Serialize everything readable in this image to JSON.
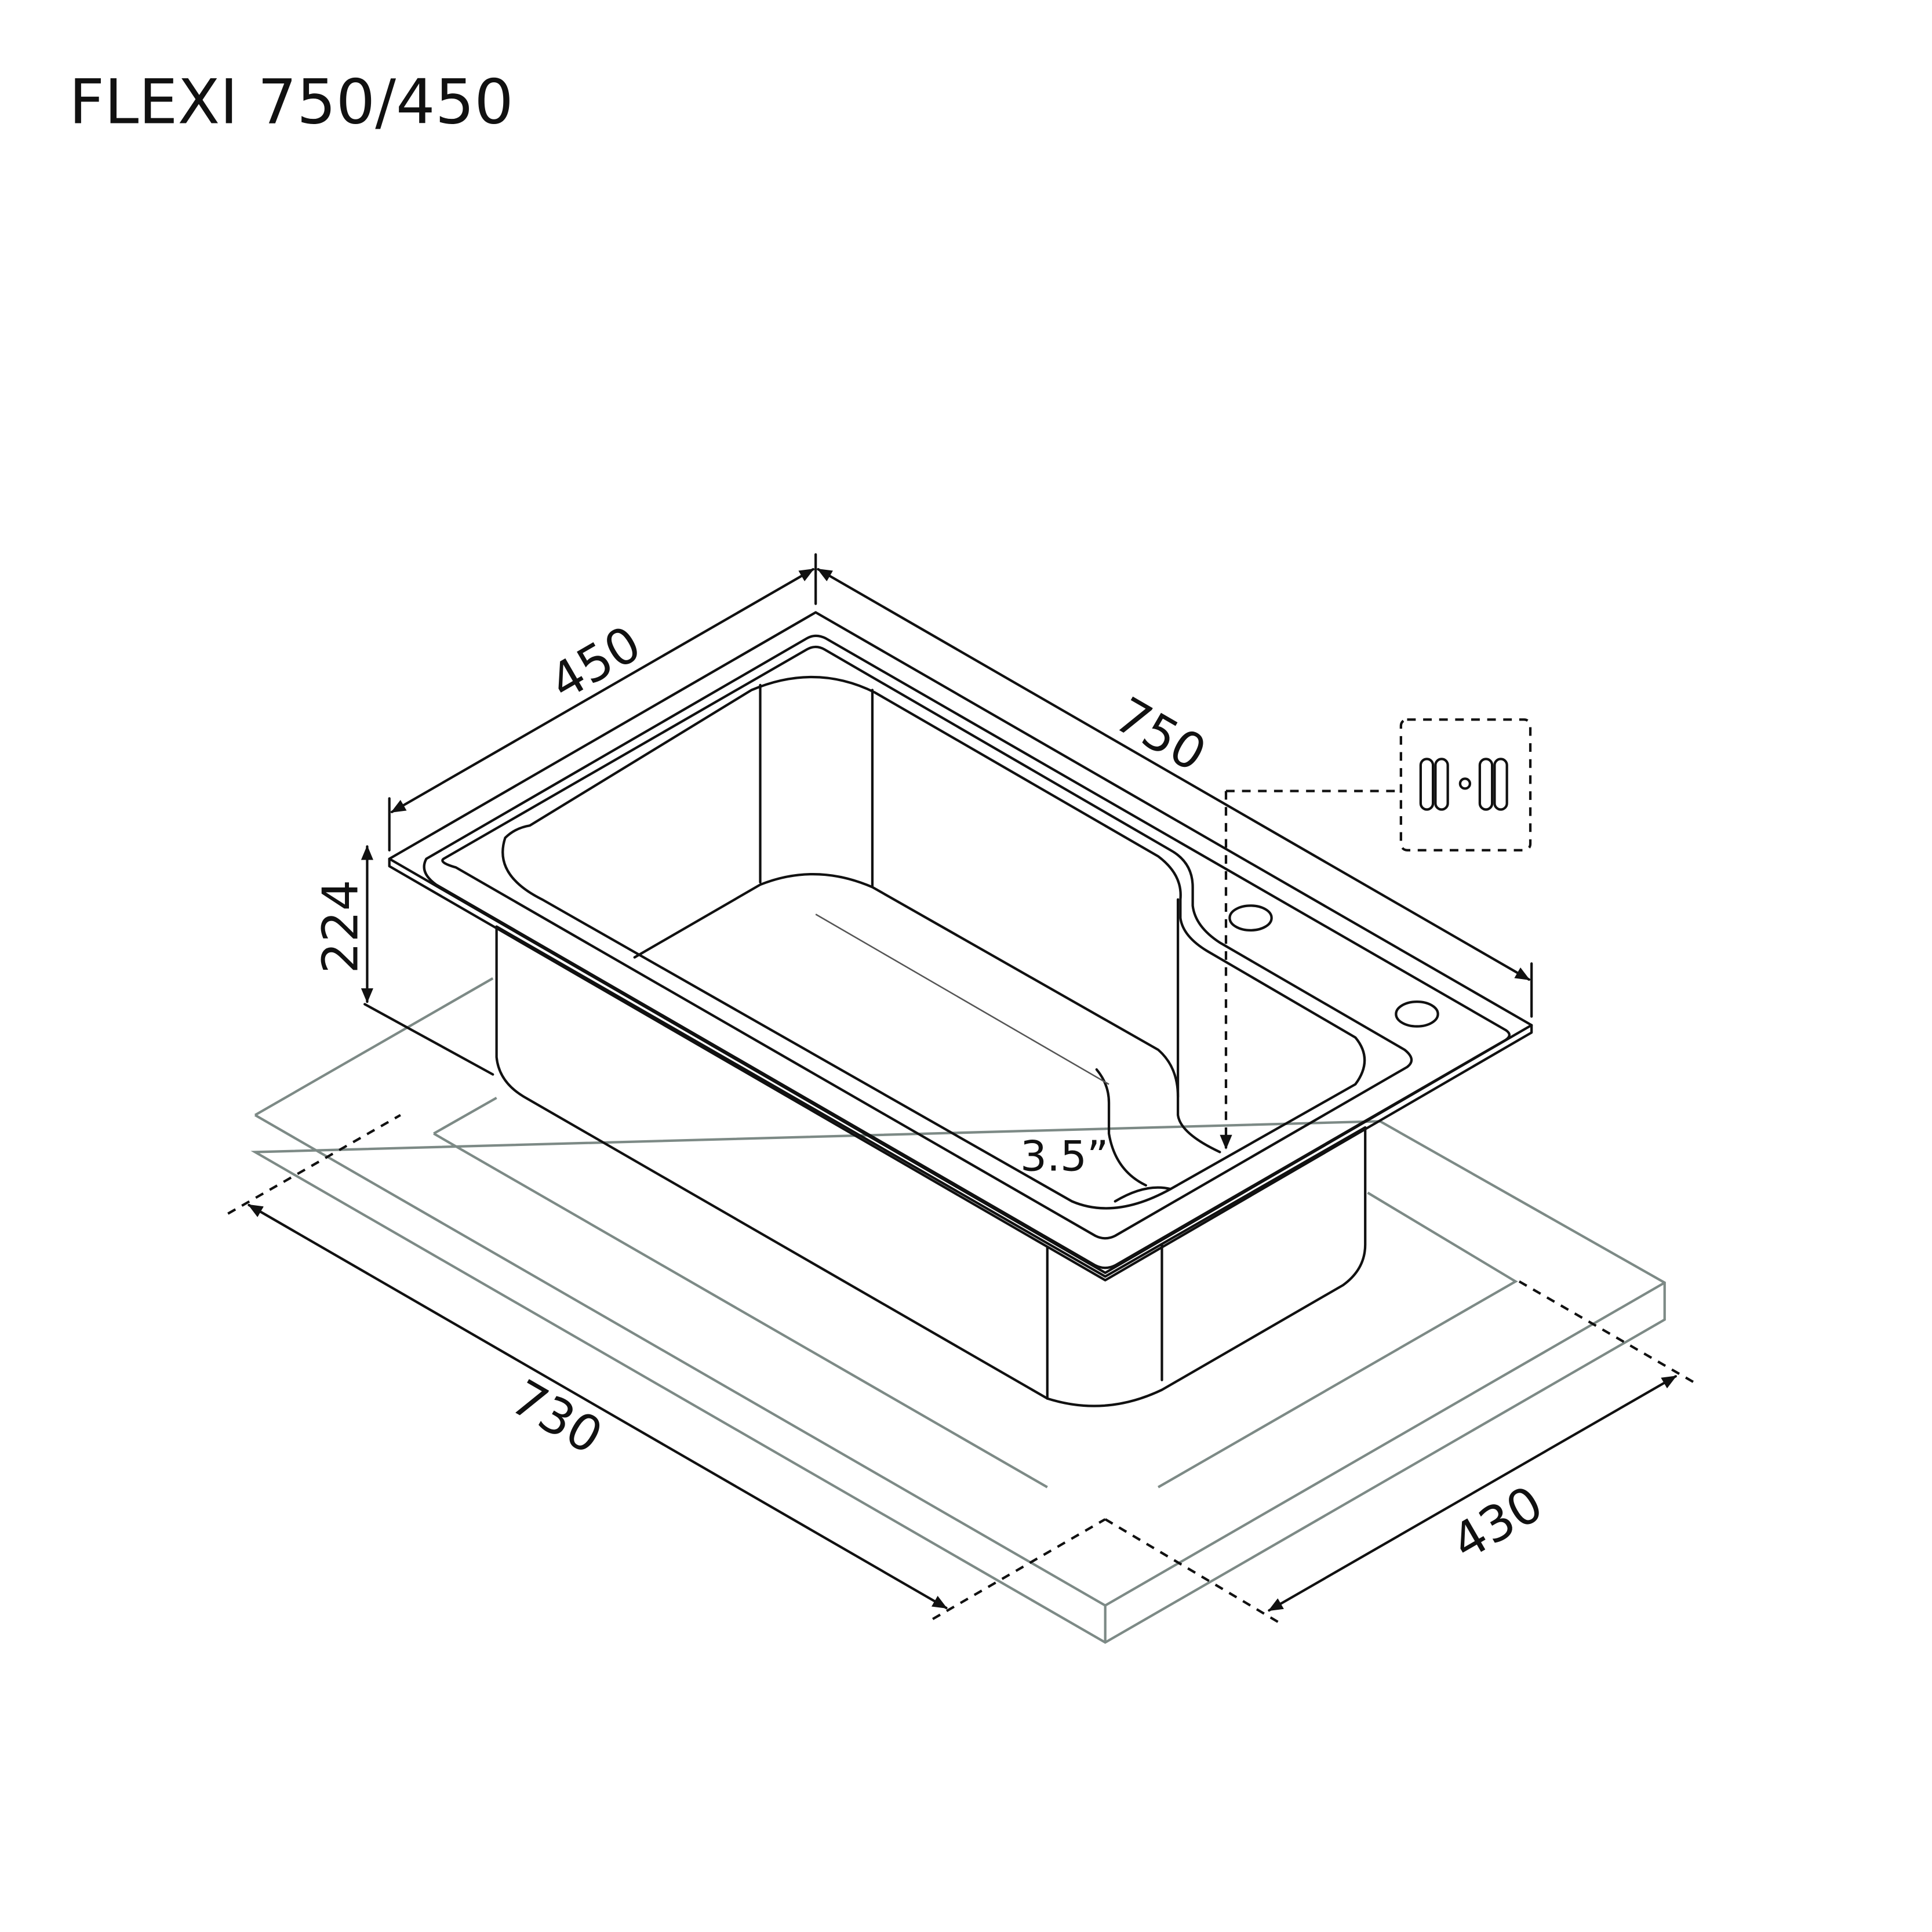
{
  "title": "FLEXI 750/450",
  "dimensions": {
    "width_top": "450",
    "length_top": "750",
    "height": "224",
    "cutout_length": "730",
    "cutout_width": "430",
    "drain_size": "3.5”"
  },
  "icons": {
    "tap_holes": "tap-hole-pattern-icon"
  },
  "colors": {
    "line": "#111111",
    "countertop": "#7d8a86"
  }
}
